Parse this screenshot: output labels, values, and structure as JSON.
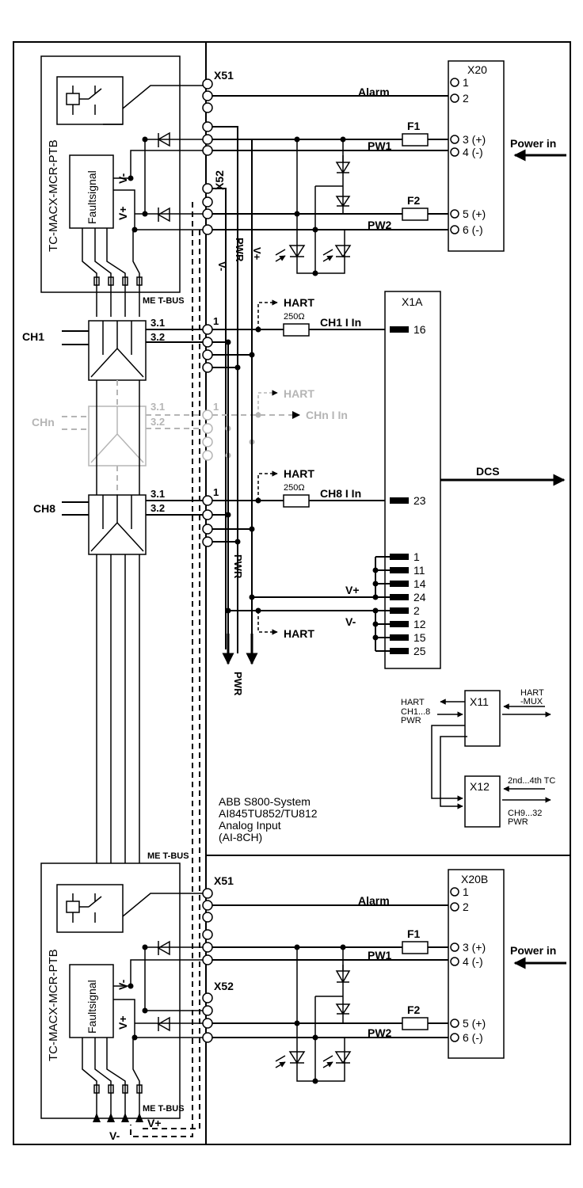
{
  "module_top": {
    "name": "TC-MACX-MCR-PTB",
    "fault": "Faultsignal",
    "vminus": "V-",
    "vplus": "V+",
    "bus": "ME T-BUS",
    "x51": "X51",
    "x52": "X52",
    "vminus_rail": "V-",
    "pwr_rail": "PWR",
    "vplus_rail": "V+",
    "alarm": "Alarm",
    "f1": "F1",
    "f2": "F2",
    "pw1": "PW1",
    "pw2": "PW2"
  },
  "x20": {
    "title": "X20",
    "pins": [
      "1",
      "2",
      "3 (+)",
      "4 (-)",
      "5 (+)",
      "6 (-)"
    ],
    "power_in": "Power in"
  },
  "channels": {
    "ch1": {
      "label": "CH1",
      "t31": "3.1",
      "t32": "3.2",
      "pin": "1",
      "hart": "HART",
      "res": "250Ω",
      "signal": "CH1 I In",
      "x1a_pin": "16"
    },
    "chn": {
      "label": "CHn",
      "t31": "3.1",
      "t32": "3.2",
      "pin": "1",
      "hart": "HART",
      "signal": "CHn I In"
    },
    "ch8": {
      "label": "CH8",
      "t31": "3.1",
      "t32": "3.2",
      "pin": "1",
      "hart": "HART",
      "res": "250Ω",
      "signal": "CH8 I In",
      "x1a_pin": "23"
    }
  },
  "x1a": {
    "title": "X1A",
    "vplus_pins": [
      "1",
      "11",
      "14",
      "24"
    ],
    "vminus_pins": [
      "2",
      "12",
      "15",
      "25"
    ],
    "vplus": "V+",
    "vminus": "V-",
    "hart": "HART",
    "pwr": "PWR",
    "bus_label": "ME T-BUS"
  },
  "dcs": "DCS",
  "x11": {
    "title": "X11",
    "in_labels": [
      "HART",
      "CH1...8",
      "PWR"
    ],
    "out_labels": [
      "HART",
      "-MUX"
    ]
  },
  "x12": {
    "title": "X12",
    "in_label": "2nd...4th TC",
    "out_labels": [
      "CH9...32",
      "PWR"
    ]
  },
  "system": [
    "ABB S800-System",
    "AI845TU852/TU812",
    "Analog Input",
    "(AI-8CH)"
  ],
  "module_bottom": {
    "name": "TC-MACX-MCR-PTB",
    "fault": "Faultsignal",
    "vminus": "V-",
    "vplus": "V+",
    "bus": "ME T-BUS",
    "x51": "X51",
    "x52": "X52",
    "alarm": "Alarm",
    "f1": "F1",
    "f2": "F2",
    "pw1": "PW1",
    "pw2": "PW2",
    "bus_vminus": "V-",
    "bus_vplus": "V+"
  },
  "x20b": {
    "title": "X20B",
    "pins": [
      "1",
      "2",
      "3 (+)",
      "4 (-)",
      "5 (+)",
      "6 (-)"
    ],
    "power_in": "Power in"
  }
}
